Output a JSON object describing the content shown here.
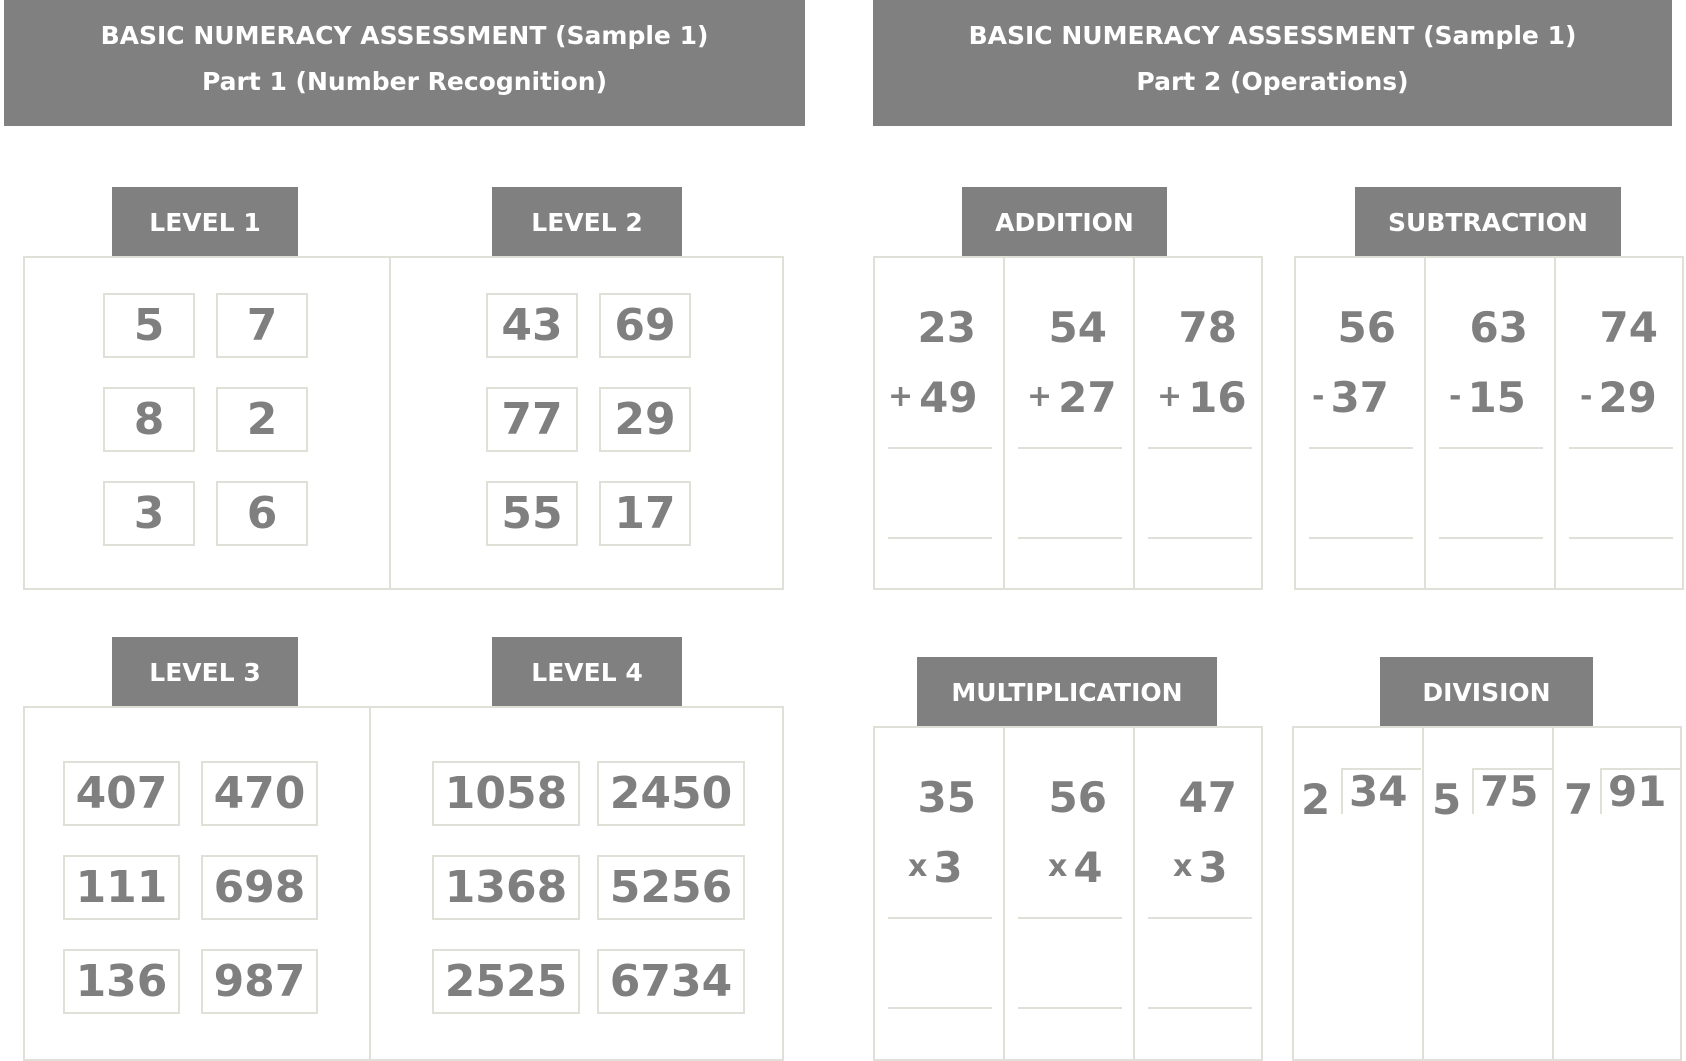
{
  "part1": {
    "title": "BASIC NUMERACY ASSESSMENT (Sample 1)",
    "subtitle": "Part 1 (Number Recognition)",
    "levels": [
      {
        "label": "LEVEL 1",
        "numbers": [
          "5",
          "7",
          "8",
          "2",
          "3",
          "6"
        ]
      },
      {
        "label": "LEVEL 2",
        "numbers": [
          "43",
          "69",
          "77",
          "29",
          "55",
          "17"
        ]
      },
      {
        "label": "LEVEL 3",
        "numbers": [
          "407",
          "470",
          "111",
          "698",
          "136",
          "987"
        ]
      },
      {
        "label": "LEVEL 4",
        "numbers": [
          "1058",
          "2450",
          "1368",
          "5256",
          "2525",
          "6734"
        ]
      }
    ]
  },
  "part2": {
    "title": "BASIC NUMERACY ASSESSMENT (Sample 1)",
    "subtitle": "Part 2 (Operations)",
    "addition": {
      "label": "ADDITION",
      "symbol": "+",
      "problems": [
        {
          "top": "23",
          "bottom": "49"
        },
        {
          "top": "54",
          "bottom": "27"
        },
        {
          "top": "78",
          "bottom": "16"
        }
      ]
    },
    "subtraction": {
      "label": "SUBTRACTION",
      "symbol": "-",
      "problems": [
        {
          "top": "56",
          "bottom": "37"
        },
        {
          "top": "63",
          "bottom": "15"
        },
        {
          "top": "74",
          "bottom": "29"
        }
      ]
    },
    "multiplication": {
      "label": "MULTIPLICATION",
      "symbol": "x",
      "problems": [
        {
          "top": "35",
          "bottom": "3"
        },
        {
          "top": "56",
          "bottom": "4"
        },
        {
          "top": "47",
          "bottom": "3"
        }
      ]
    },
    "division": {
      "label": "DIVISION",
      "problems": [
        {
          "divisor": "2",
          "dividend": "34"
        },
        {
          "divisor": "5",
          "dividend": "75"
        },
        {
          "divisor": "7",
          "dividend": "91"
        }
      ]
    }
  },
  "colors": {
    "header_bg": "#808080",
    "border": "#e0e0d8",
    "digits": "#7f7f7f"
  }
}
